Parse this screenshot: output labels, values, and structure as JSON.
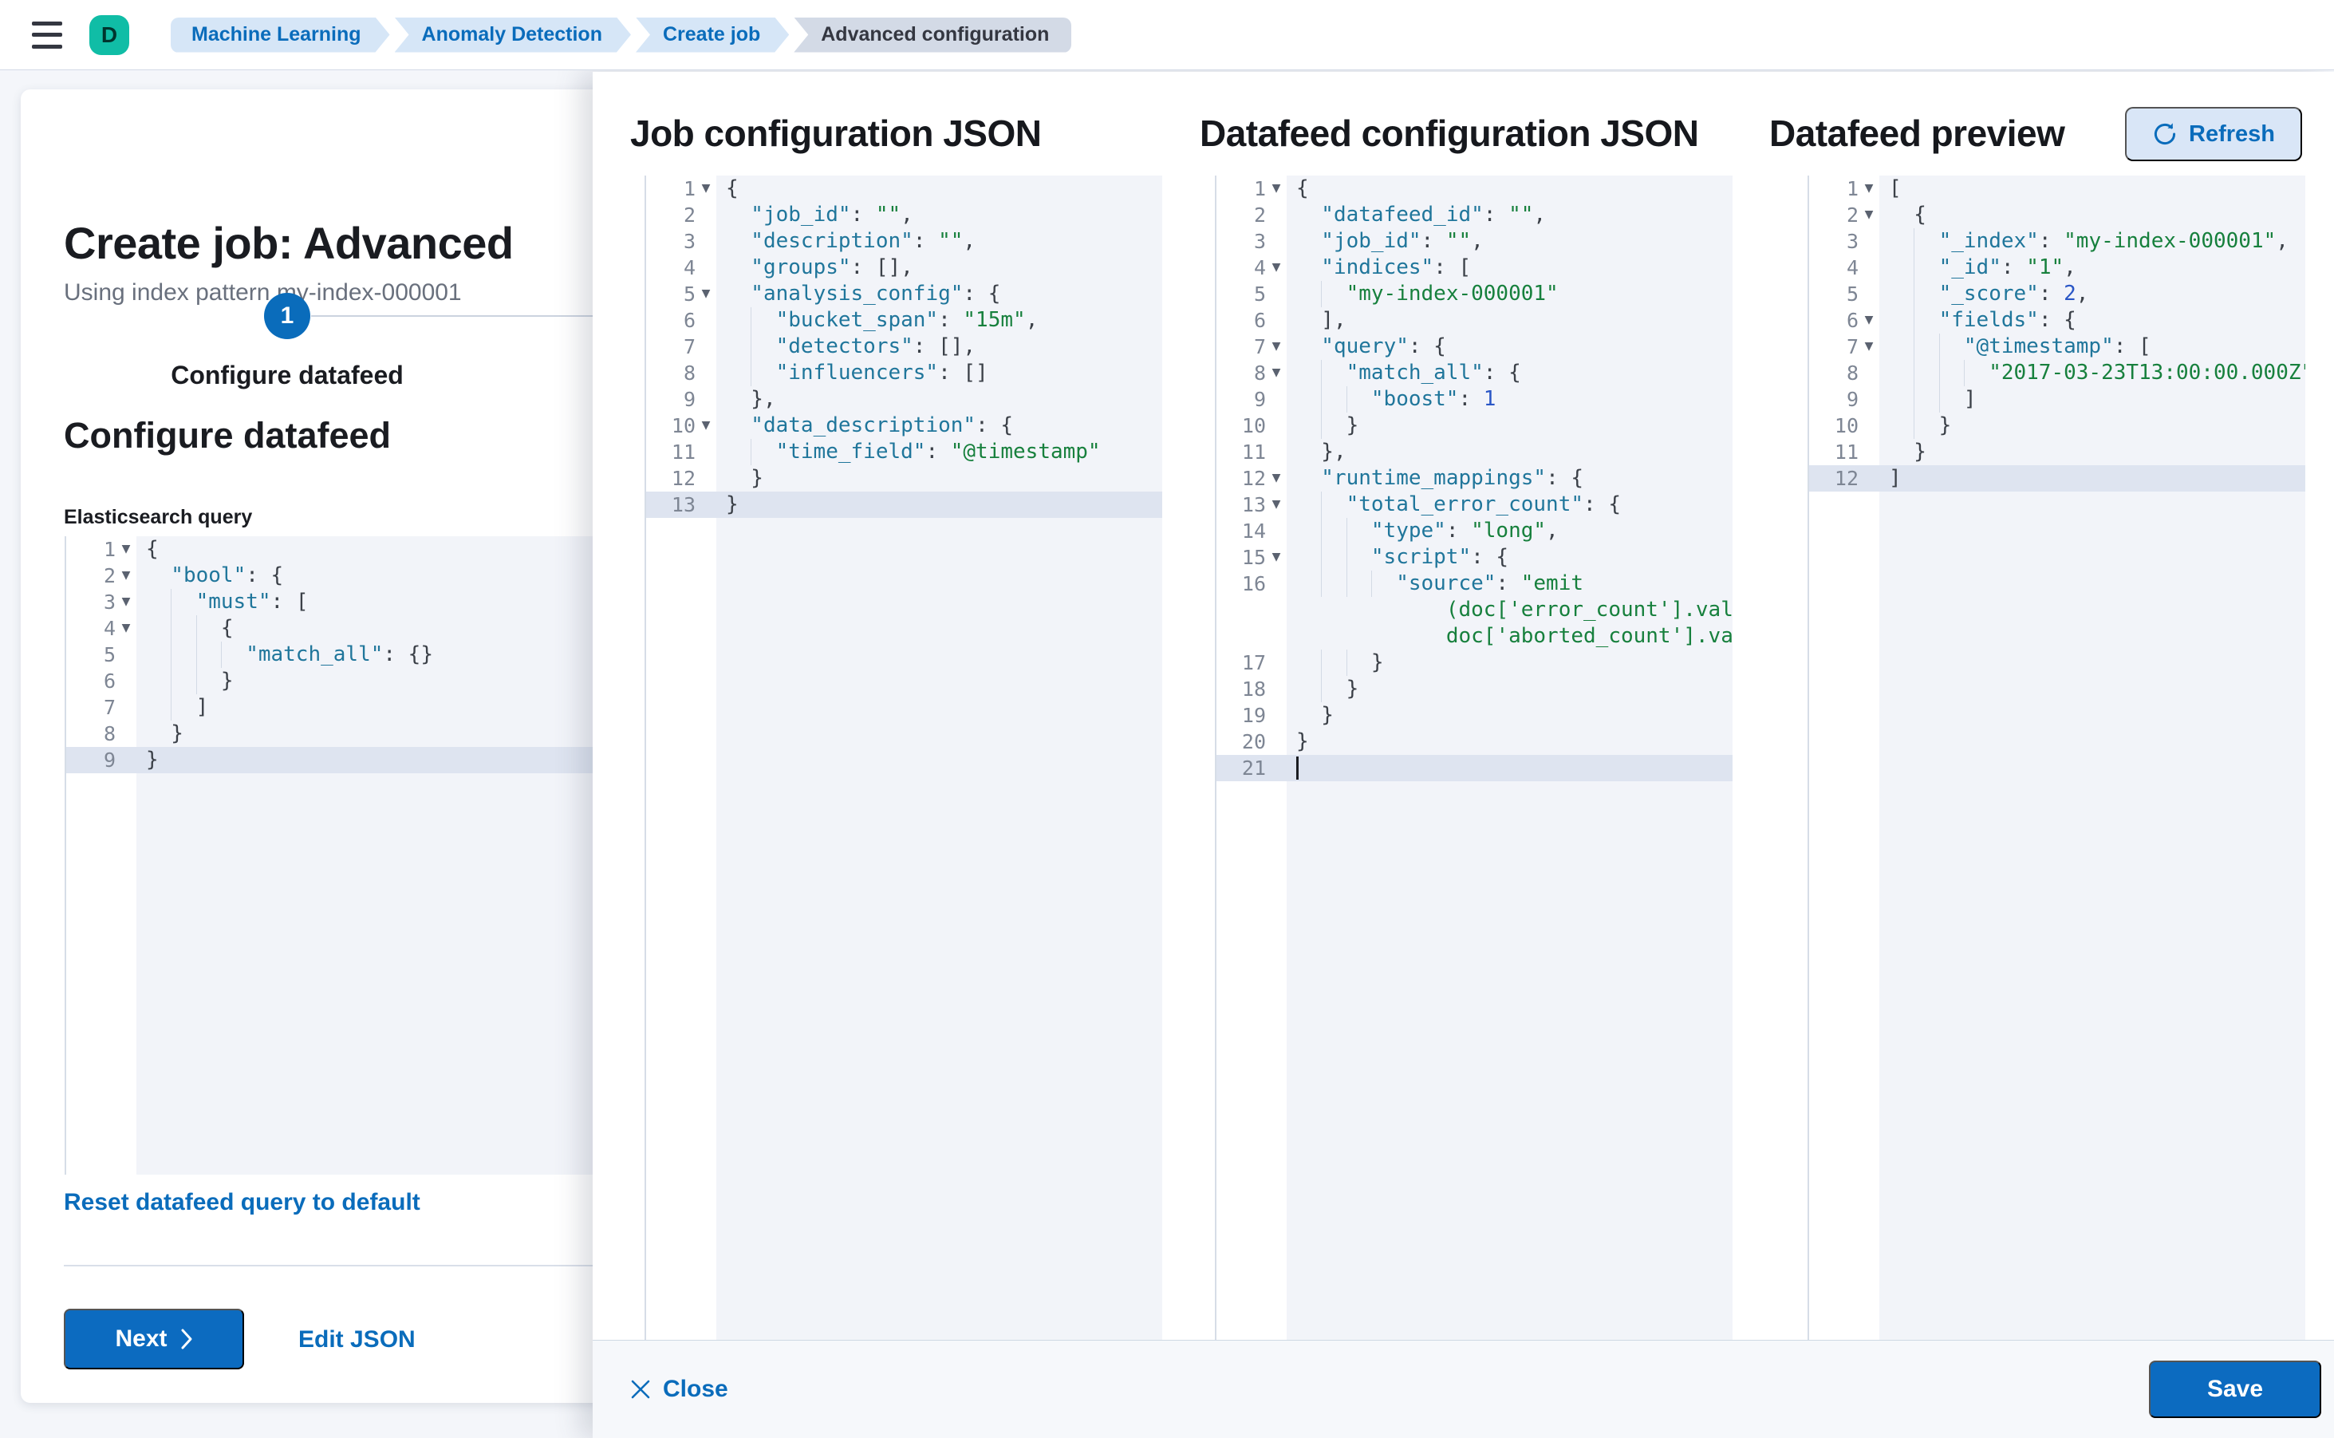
{
  "topbar": {
    "breadcrumbs": [
      {
        "label": "Machine Learning",
        "current": false
      },
      {
        "label": "Anomaly Detection",
        "current": false
      },
      {
        "label": "Create job",
        "current": false
      },
      {
        "label": "Advanced configuration",
        "current": true
      }
    ],
    "avatar_initial": "D"
  },
  "panel": {
    "title": "Create job: Advanced",
    "subtitle": "Using index pattern my-index-000001",
    "step": {
      "number": "1",
      "label": "Configure datafeed"
    },
    "section_title": "Configure datafeed",
    "query_label": "Elasticsearch query",
    "reset_link": "Reset datafeed query to default",
    "next_label": "Next",
    "edit_json_label": "Edit JSON"
  },
  "flyout": {
    "job_title": "Job configuration JSON",
    "datafeed_title": "Datafeed configuration JSON",
    "preview_title": "Datafeed preview",
    "refresh_label": "Refresh",
    "close_label": "Close",
    "save_label": "Save"
  },
  "colors": {
    "primary_button": "#0C6BC0",
    "link_blue": "#0A6CBB",
    "avatar_teal": "#10BDA6",
    "breadcrumb_bg": "#D6E6F7",
    "breadcrumb_current_bg": "#D3DAE6",
    "editor_bg": "#F2F4F9",
    "active_line_bg": "#DEE4F0",
    "code_key": "#20769B",
    "code_string": "#17803D",
    "code_number": "#2A56C6"
  },
  "editors": {
    "es_query": {
      "lines": [
        {
          "n": 1,
          "ind": 0,
          "fold": true,
          "segs": [
            [
              "p",
              "{"
            ]
          ]
        },
        {
          "n": 2,
          "ind": 2,
          "fold": true,
          "segs": [
            [
              "k",
              "\"bool\""
            ],
            [
              "p",
              ": {"
            ]
          ]
        },
        {
          "n": 3,
          "ind": 4,
          "fold": true,
          "segs": [
            [
              "k",
              "\"must\""
            ],
            [
              "p",
              ": ["
            ]
          ]
        },
        {
          "n": 4,
          "ind": 6,
          "fold": true,
          "segs": [
            [
              "p",
              "{"
            ]
          ]
        },
        {
          "n": 5,
          "ind": 8,
          "segs": [
            [
              "k",
              "\"match_all\""
            ],
            [
              "p",
              ": {}"
            ]
          ]
        },
        {
          "n": 6,
          "ind": 6,
          "segs": [
            [
              "p",
              "}"
            ]
          ]
        },
        {
          "n": 7,
          "ind": 4,
          "segs": [
            [
              "p",
              "]"
            ]
          ]
        },
        {
          "n": 8,
          "ind": 2,
          "segs": [
            [
              "p",
              "}"
            ]
          ]
        },
        {
          "n": 9,
          "ind": 0,
          "hl": true,
          "segs": [
            [
              "p",
              "}"
            ]
          ]
        }
      ]
    },
    "job_config": {
      "lines": [
        {
          "n": 1,
          "ind": 0,
          "fold": true,
          "segs": [
            [
              "p",
              "{"
            ]
          ]
        },
        {
          "n": 2,
          "ind": 2,
          "segs": [
            [
              "k",
              "\"job_id\""
            ],
            [
              "p",
              ": "
            ],
            [
              "s",
              "\"\""
            ],
            [
              "p",
              ","
            ]
          ]
        },
        {
          "n": 3,
          "ind": 2,
          "segs": [
            [
              "k",
              "\"description\""
            ],
            [
              "p",
              ": "
            ],
            [
              "s",
              "\"\""
            ],
            [
              "p",
              ","
            ]
          ]
        },
        {
          "n": 4,
          "ind": 2,
          "segs": [
            [
              "k",
              "\"groups\""
            ],
            [
              "p",
              ": [],"
            ]
          ]
        },
        {
          "n": 5,
          "ind": 2,
          "fold": true,
          "segs": [
            [
              "k",
              "\"analysis_config\""
            ],
            [
              "p",
              ": {"
            ]
          ]
        },
        {
          "n": 6,
          "ind": 4,
          "segs": [
            [
              "k",
              "\"bucket_span\""
            ],
            [
              "p",
              ": "
            ],
            [
              "s",
              "\"15m\""
            ],
            [
              "p",
              ","
            ]
          ]
        },
        {
          "n": 7,
          "ind": 4,
          "segs": [
            [
              "k",
              "\"detectors\""
            ],
            [
              "p",
              ": [],"
            ]
          ]
        },
        {
          "n": 8,
          "ind": 4,
          "segs": [
            [
              "k",
              "\"influencers\""
            ],
            [
              "p",
              ": []"
            ]
          ]
        },
        {
          "n": 9,
          "ind": 2,
          "segs": [
            [
              "p",
              "},"
            ]
          ]
        },
        {
          "n": 10,
          "ind": 2,
          "fold": true,
          "segs": [
            [
              "k",
              "\"data_description\""
            ],
            [
              "p",
              ": {"
            ]
          ]
        },
        {
          "n": 11,
          "ind": 4,
          "segs": [
            [
              "k",
              "\"time_field\""
            ],
            [
              "p",
              ": "
            ],
            [
              "s",
              "\"@timestamp\""
            ]
          ]
        },
        {
          "n": 12,
          "ind": 2,
          "segs": [
            [
              "p",
              "}"
            ]
          ]
        },
        {
          "n": 13,
          "ind": 0,
          "hl": true,
          "segs": [
            [
              "p",
              "}"
            ]
          ]
        }
      ]
    },
    "datafeed_config": {
      "lines": [
        {
          "n": 1,
          "ind": 0,
          "fold": true,
          "segs": [
            [
              "p",
              "{"
            ]
          ]
        },
        {
          "n": 2,
          "ind": 2,
          "segs": [
            [
              "k",
              "\"datafeed_id\""
            ],
            [
              "p",
              ": "
            ],
            [
              "s",
              "\"\""
            ],
            [
              "p",
              ","
            ]
          ]
        },
        {
          "n": 3,
          "ind": 2,
          "segs": [
            [
              "k",
              "\"job_id\""
            ],
            [
              "p",
              ": "
            ],
            [
              "s",
              "\"\""
            ],
            [
              "p",
              ","
            ]
          ]
        },
        {
          "n": 4,
          "ind": 2,
          "fold": true,
          "segs": [
            [
              "k",
              "\"indices\""
            ],
            [
              "p",
              ": ["
            ]
          ]
        },
        {
          "n": 5,
          "ind": 4,
          "segs": [
            [
              "s",
              "\"my-index-000001\""
            ]
          ]
        },
        {
          "n": 6,
          "ind": 2,
          "segs": [
            [
              "p",
              "],"
            ]
          ]
        },
        {
          "n": 7,
          "ind": 2,
          "fold": true,
          "segs": [
            [
              "k",
              "\"query\""
            ],
            [
              "p",
              ": {"
            ]
          ]
        },
        {
          "n": 8,
          "ind": 4,
          "fold": true,
          "segs": [
            [
              "k",
              "\"match_all\""
            ],
            [
              "p",
              ": {"
            ]
          ]
        },
        {
          "n": 9,
          "ind": 6,
          "segs": [
            [
              "k",
              "\"boost\""
            ],
            [
              "p",
              ": "
            ],
            [
              "n2",
              "1"
            ]
          ]
        },
        {
          "n": 10,
          "ind": 4,
          "segs": [
            [
              "p",
              "}"
            ]
          ]
        },
        {
          "n": 11,
          "ind": 2,
          "segs": [
            [
              "p",
              "},"
            ]
          ]
        },
        {
          "n": 12,
          "ind": 2,
          "fold": true,
          "segs": [
            [
              "k",
              "\"runtime_mappings\""
            ],
            [
              "p",
              ": {"
            ]
          ]
        },
        {
          "n": 13,
          "ind": 4,
          "fold": true,
          "segs": [
            [
              "k",
              "\"total_error_count\""
            ],
            [
              "p",
              ": {"
            ]
          ]
        },
        {
          "n": 14,
          "ind": 6,
          "segs": [
            [
              "k",
              "\"type\""
            ],
            [
              "p",
              ": "
            ],
            [
              "s",
              "\"long\""
            ],
            [
              "p",
              ","
            ]
          ]
        },
        {
          "n": 15,
          "ind": 6,
          "fold": true,
          "segs": [
            [
              "k",
              "\"script\""
            ],
            [
              "p",
              ": {"
            ]
          ]
        },
        {
          "n": 16,
          "ind": 8,
          "segs": [
            [
              "k",
              "\"source\""
            ],
            [
              "p",
              ": "
            ],
            [
              "s",
              "\"emit"
            ]
          ],
          "wraps": [
            {
              "ind": 12,
              "segs": [
                [
                  "s",
                  "(doc['error_count'].value +"
                ]
              ]
            },
            {
              "ind": 12,
              "segs": [
                [
                  "s",
                  "doc['aborted_count'].value)\""
                ]
              ]
            }
          ]
        },
        {
          "n": 17,
          "ind": 6,
          "segs": [
            [
              "p",
              "}"
            ]
          ]
        },
        {
          "n": 18,
          "ind": 4,
          "segs": [
            [
              "p",
              "}"
            ]
          ]
        },
        {
          "n": 19,
          "ind": 2,
          "segs": [
            [
              "p",
              "}"
            ]
          ]
        },
        {
          "n": 20,
          "ind": 0,
          "segs": [
            [
              "p",
              "}"
            ]
          ]
        },
        {
          "n": 21,
          "ind": 0,
          "hl": true,
          "cursor": true,
          "segs": []
        }
      ]
    },
    "datafeed_preview": {
      "lines": [
        {
          "n": 1,
          "ind": 0,
          "fold": true,
          "segs": [
            [
              "p",
              "["
            ]
          ]
        },
        {
          "n": 2,
          "ind": 2,
          "fold": true,
          "segs": [
            [
              "p",
              "{"
            ]
          ]
        },
        {
          "n": 3,
          "ind": 4,
          "segs": [
            [
              "k",
              "\"_index\""
            ],
            [
              "p",
              ": "
            ],
            [
              "s",
              "\"my-index-000001\""
            ],
            [
              "p",
              ","
            ]
          ]
        },
        {
          "n": 4,
          "ind": 4,
          "segs": [
            [
              "k",
              "\"_id\""
            ],
            [
              "p",
              ": "
            ],
            [
              "s",
              "\"1\""
            ],
            [
              "p",
              ","
            ]
          ]
        },
        {
          "n": 5,
          "ind": 4,
          "segs": [
            [
              "k",
              "\"_score\""
            ],
            [
              "p",
              ": "
            ],
            [
              "n2",
              "2"
            ],
            [
              "p",
              ","
            ]
          ]
        },
        {
          "n": 6,
          "ind": 4,
          "fold": true,
          "segs": [
            [
              "k",
              "\"fields\""
            ],
            [
              "p",
              ": {"
            ]
          ]
        },
        {
          "n": 7,
          "ind": 6,
          "fold": true,
          "segs": [
            [
              "k",
              "\"@timestamp\""
            ],
            [
              "p",
              ": ["
            ]
          ]
        },
        {
          "n": 8,
          "ind": 8,
          "segs": [
            [
              "s",
              "\"2017-03-23T13:00:00.000Z\""
            ]
          ]
        },
        {
          "n": 9,
          "ind": 6,
          "segs": [
            [
              "p",
              "]"
            ]
          ]
        },
        {
          "n": 10,
          "ind": 4,
          "segs": [
            [
              "p",
              "}"
            ]
          ]
        },
        {
          "n": 11,
          "ind": 2,
          "segs": [
            [
              "p",
              "}"
            ]
          ]
        },
        {
          "n": 12,
          "ind": 0,
          "hl": true,
          "segs": [
            [
              "p",
              "]"
            ]
          ]
        }
      ]
    }
  }
}
